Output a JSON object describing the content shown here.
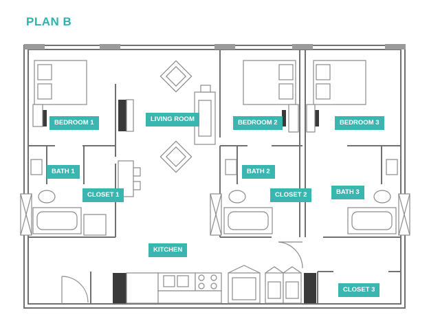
{
  "plan": {
    "title": "PLAN B"
  },
  "rooms": {
    "bedroom_1": "BEDROOM 1",
    "living_room": "LIVING ROOM",
    "bedroom_2": "BEDROOM 2",
    "bedroom_3": "BEDROOM 3",
    "bath_1": "BATH 1",
    "closet_1": "CLOSET 1",
    "bath_2": "BATH 2",
    "closet_2": "CLOSET 2",
    "bath_3": "BATH 3",
    "kitchen": "KITCHEN",
    "closet_3": "CLOSET 3"
  },
  "colors": {
    "accent": "#3bb5b0",
    "wall": "#6f6f6f"
  }
}
